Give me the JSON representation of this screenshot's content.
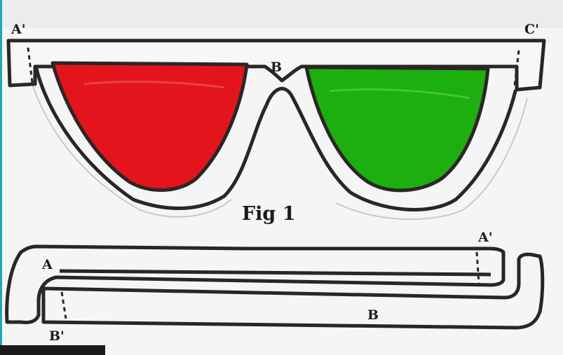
{
  "figure": {
    "caption": "Fig 1",
    "colors": {
      "paper": "#f4f5f4",
      "outline": "#2b2626",
      "left_lens": "#e4141c",
      "right_lens": "#1dae10",
      "border_left": "#1fa8b0",
      "border_bottom": "#1b1b1b"
    }
  },
  "glasses_frame": {
    "labels": {
      "top_left": "A'",
      "top_right": "C'",
      "bridge": "B"
    },
    "lenses": [
      {
        "name": "left-lens",
        "color": "red"
      },
      {
        "name": "right-lens",
        "color": "green"
      }
    ]
  },
  "arms_template": {
    "labels": {
      "upper_arm_start": "A",
      "upper_arm_end": "A'",
      "lower_arm_middle": "B",
      "lower_arm_start": "B'"
    }
  }
}
